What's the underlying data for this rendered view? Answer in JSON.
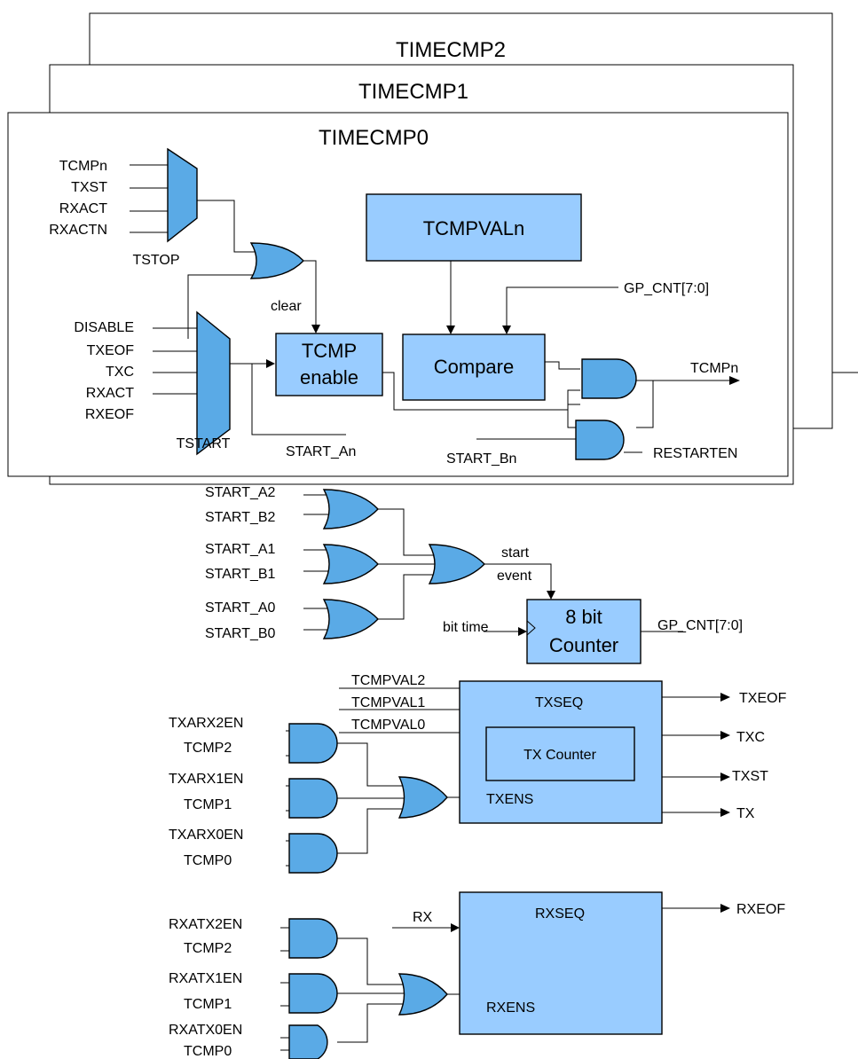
{
  "frames": {
    "back2": "TIMECMP2",
    "back1": "TIMECMP1",
    "front": "TIMECMP0"
  },
  "tstop": {
    "inputs": [
      "TCMPn",
      "TXST",
      "RXACT",
      "RXACTN"
    ],
    "name": "TSTOP"
  },
  "tstart": {
    "inputs": [
      "DISABLE",
      "TXEOF",
      "TXC",
      "RXACT",
      "RXEOF"
    ],
    "name": "TSTART"
  },
  "blocks": {
    "tcmpvaln": "TCMPVALn",
    "tcmp_enable": [
      "TCMP",
      "enable"
    ],
    "compare": "Compare",
    "counter": [
      "8 bit",
      "Counter"
    ],
    "txseq": "TXSEQ",
    "tx_counter": "TX Counter",
    "txens": "TXENS",
    "rxseq": "RXSEQ",
    "rxens": "RXENS"
  },
  "signals": {
    "clear": "clear",
    "gp_cnt_in": "GP_CNT[7:0]",
    "tcmpn_out": "TCMPn",
    "start_an": "START_An",
    "start_bn": "START_Bn",
    "restarten": "RESTARTEN",
    "start_event": [
      "start",
      "event"
    ],
    "bit_time": "bit time",
    "gp_cnt_out": "GP_CNT[7:0]",
    "rx": "RX"
  },
  "start_inputs": [
    "START_A2",
    "START_B2",
    "START_A1",
    "START_B1",
    "START_A0",
    "START_B0"
  ],
  "tcmpval_inputs": [
    "TCMPVAL2",
    "TCMPVAL1",
    "TCMPVAL0"
  ],
  "tx_outputs": [
    "TXEOF",
    "TXC",
    "TXST",
    "TX"
  ],
  "tx_and_inputs": [
    "TXARX2EN",
    "TCMP2",
    "TXARX1EN",
    "TCMP1",
    "TXARX0EN",
    "TCMP0"
  ],
  "rx_and_inputs": [
    "RXATX2EN",
    "TCMP2",
    "RXATX1EN",
    "TCMP1",
    "RXATX0EN",
    "TCMP0"
  ],
  "rx_output": "RXEOF",
  "colors": {
    "block_fill": "#99ccff",
    "gate_fill": "#5aaae6",
    "line": "#000000"
  }
}
